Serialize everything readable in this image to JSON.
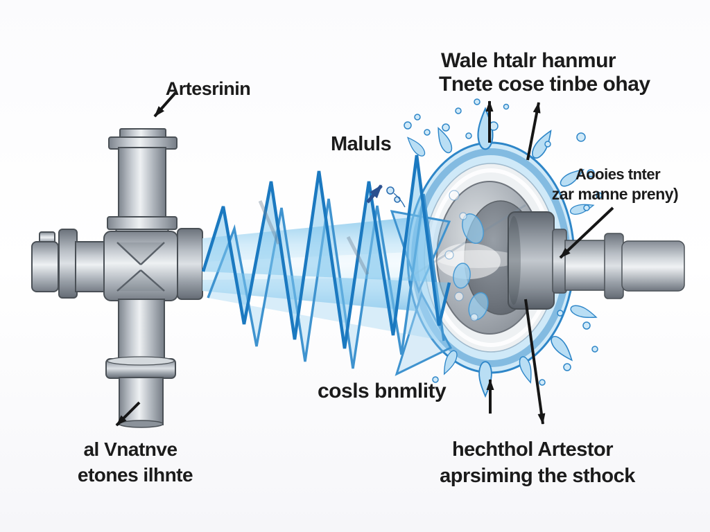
{
  "diagram": {
    "description": "Water hammer arrestor illustration with garbled AI-generated labels",
    "background": "#fdfdfe",
    "colors": {
      "metal_light": "#eef1f3",
      "metal_mid": "#b9bfc6",
      "metal_dark": "#767d86",
      "outline": "#4a5056",
      "water_band_light": "#e8f5fc",
      "water_band_mid": "#9fd4f1",
      "wave_stroke": "#1b79c0",
      "wave_fill": "#7dc6ee",
      "splash_blue": "#2e86c8",
      "splash_fill": "#cfe9f8",
      "navy_arrow": "#2a4f8f",
      "arrow_black": "#161616",
      "text": "#1b1b1b"
    },
    "labels": {
      "component": {
        "text": "Artesrinin"
      },
      "wave_top": {
        "line1": "Wale htalr hanmur",
        "line2": "Tnete cose tinbe ohay"
      },
      "wave_mid": {
        "text": "Maluls"
      },
      "shaft": {
        "line1": "Aooies tnter",
        "line2": "zar manne preny)"
      },
      "wave_bottom": {
        "text": "cosls bnmlity"
      },
      "pipe_bottom": {
        "line1": "al Vnatnve",
        "line2": "etones ilhnte"
      },
      "arrestor": {
        "line1": "hechthol Artestor",
        "line2": "aprsiming the sthock"
      }
    },
    "components": [
      "pipe-cross-fitting",
      "water-column",
      "shock-wave-zigzag",
      "splash-burst",
      "piston-shaft"
    ]
  }
}
